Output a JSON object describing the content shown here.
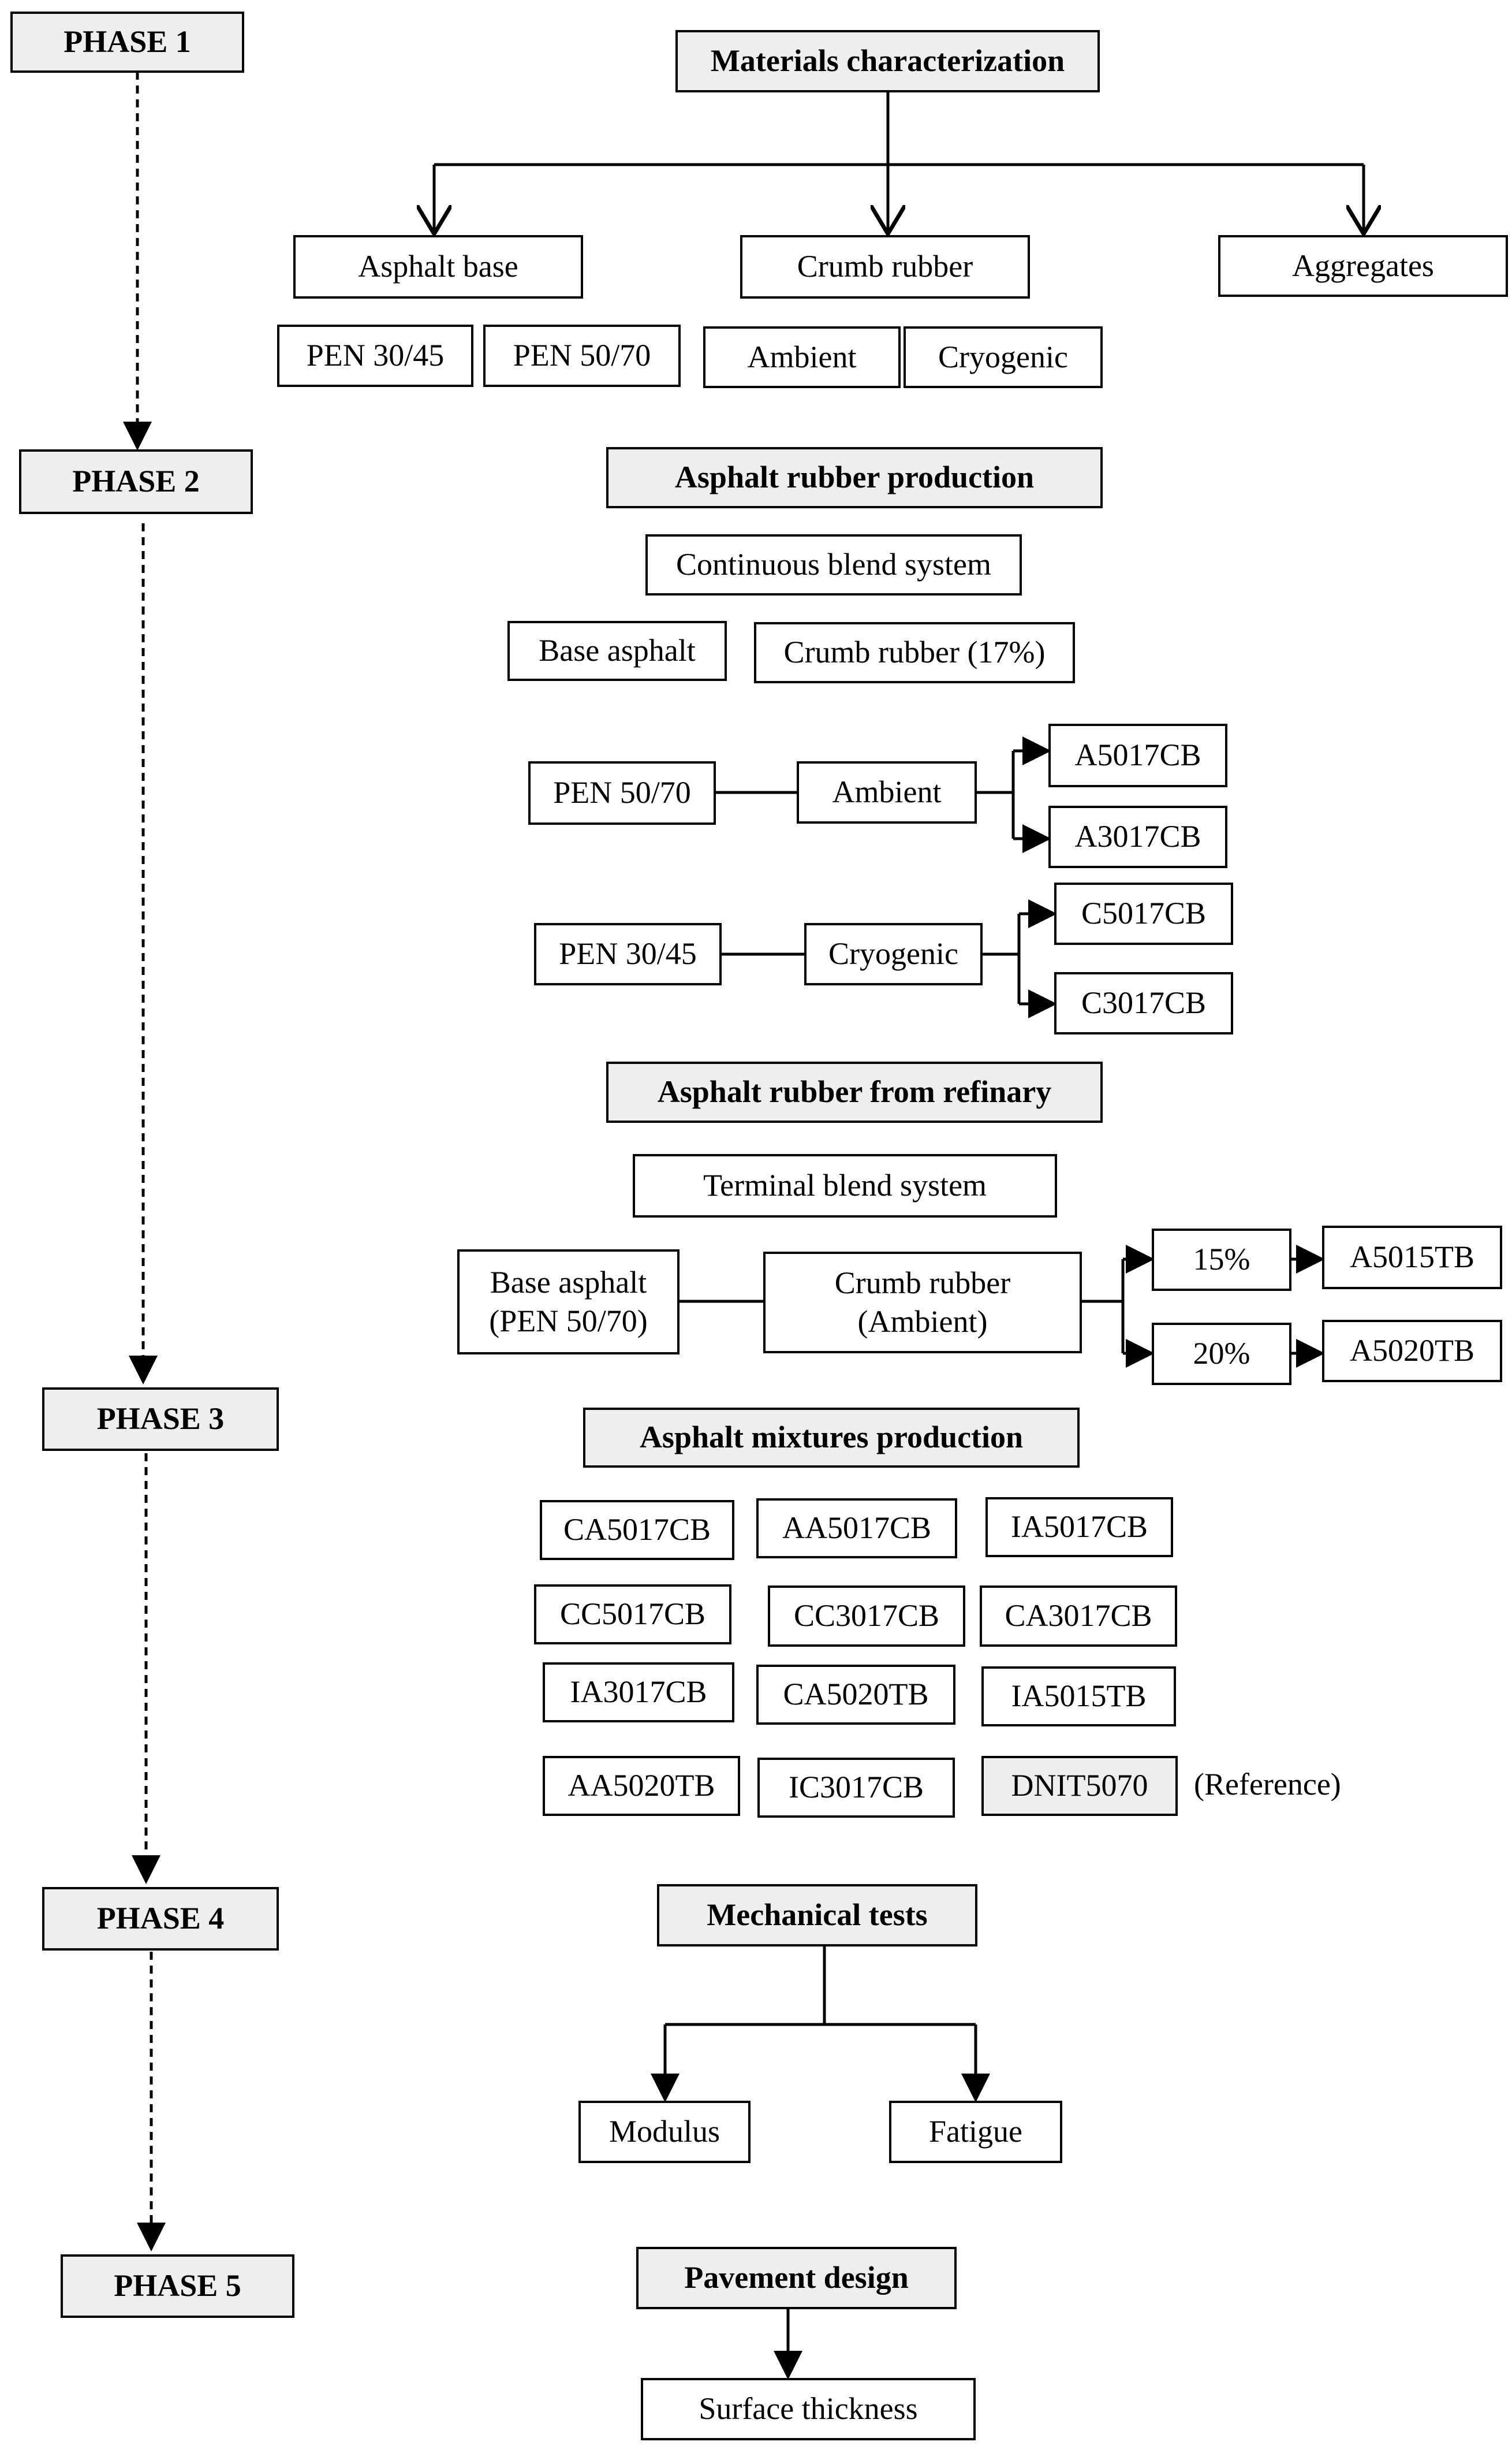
{
  "phases": {
    "p1": "PHASE 1",
    "p2": "PHASE 2",
    "p3": "PHASE 3",
    "p4": "PHASE 4",
    "p5": "PHASE 5"
  },
  "materials": {
    "title": "Materials characterization",
    "asphalt_base": "Asphalt  base",
    "crumb_rubber": "Crumb rubber",
    "aggregates": "Aggregates",
    "pen3045": "PEN 30/45",
    "pen5070": "PEN 50/70",
    "ambient": "Ambient",
    "cryogenic": "Cryogenic"
  },
  "production": {
    "title": "Asphalt rubber  production",
    "continuous": "Continuous  blend system",
    "base_asphalt": "Base asphalt",
    "crumb17": "Crumb rubber (17%)",
    "pen5070": "PEN 50/70",
    "ambient": "Ambient",
    "a5017cb": "A5017CB",
    "a3017cb": "A3017CB",
    "pen3045": "PEN 30/45",
    "cryogenic": "Cryogenic",
    "c5017cb": "C5017CB",
    "c3017cb": "C3017CB"
  },
  "refinery": {
    "title": "Asphalt rubber  from refinary",
    "terminal": "Terminal  blend  system",
    "base_line1": "Base asphalt",
    "base_line2": "(PEN 50/70)",
    "crumb_line1": "Crumb rubber",
    "crumb_line2": "(Ambient)",
    "pct15": "15%",
    "pct20": "20%",
    "a5015tb": "A5015TB",
    "a5020tb": "A5020TB"
  },
  "mixtures": {
    "title": "Asphalt mixtures  production",
    "items": [
      "CA5017CB",
      "AA5017CB",
      "IA5017CB",
      "CC5017CB",
      "CC3017CB",
      "CA3017CB",
      "IA3017CB",
      "CA5020TB",
      "IA5015TB",
      "AA5020TB",
      "IC3017CB",
      "DNIT5070"
    ],
    "reference": "(Reference)"
  },
  "mechanical": {
    "title": "Mechanical tests",
    "modulus": "Modulus",
    "fatigue": "Fatigue"
  },
  "pavement": {
    "title": "Pavement design",
    "surface": "Surface  thickness"
  }
}
